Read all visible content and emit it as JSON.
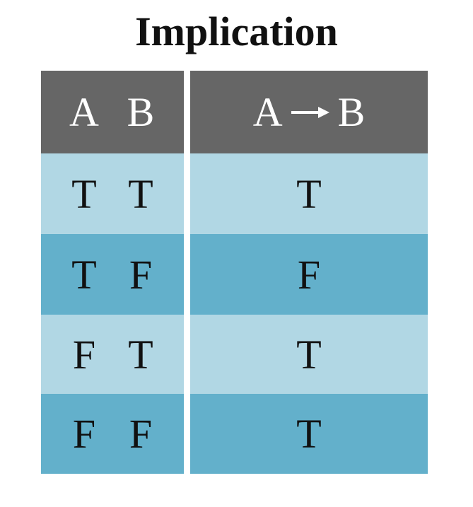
{
  "title": "Implication",
  "colors": {
    "header_bg": "#666666",
    "header_text": "#ffffff",
    "row_light": "#b1d7e4",
    "row_dark": "#63b0cb",
    "cell_text": "#111111"
  },
  "table": {
    "headers": {
      "a": "A",
      "b": "B",
      "result_a": "A",
      "result_op_icon": "right-arrow-icon",
      "result_b": "B"
    },
    "rows": [
      {
        "a": "T",
        "b": "T",
        "result": "T"
      },
      {
        "a": "T",
        "b": "F",
        "result": "F"
      },
      {
        "a": "F",
        "b": "T",
        "result": "T"
      },
      {
        "a": "F",
        "b": "F",
        "result": "T"
      }
    ]
  }
}
